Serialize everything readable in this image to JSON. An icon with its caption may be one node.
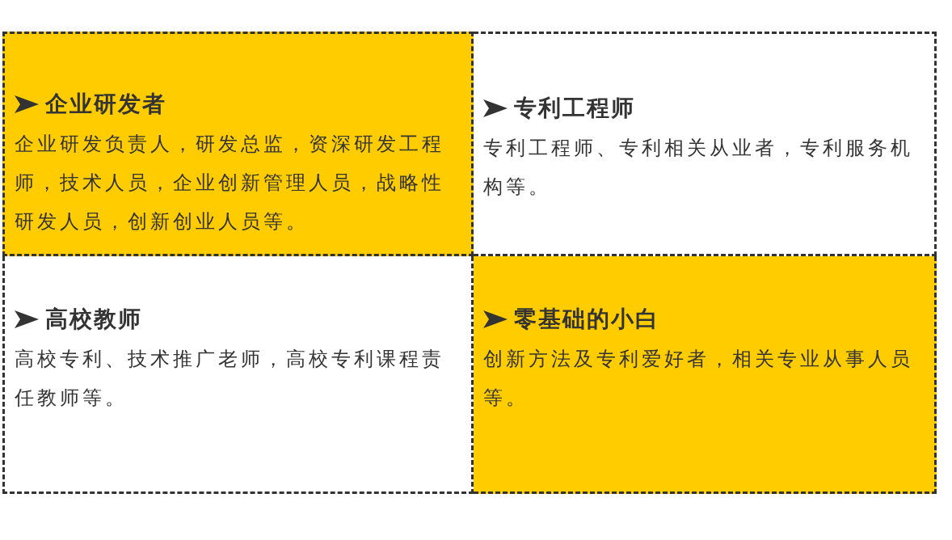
{
  "diagram": {
    "nodes": [
      {
        "text": [
          "企业研发者",
          "企业研发负责人，研发总监，资深研发工程师，技术人员，企业创新管理人员，战略性研发人员，创新创业人员等。"
        ]
      },
      {
        "text": [
          "专利工程师",
          "专利工程师、专利相关从业者，专利服务机构等。"
        ]
      },
      {
        "text": [
          "高校教师",
          "高校专利、技术推广老师，高校专利课程责任教师等。"
        ]
      },
      {
        "text": [
          "零基础的小白",
          "创新方法及专利爱好者，相关专业从事人员等。"
        ]
      }
    ]
  }
}
